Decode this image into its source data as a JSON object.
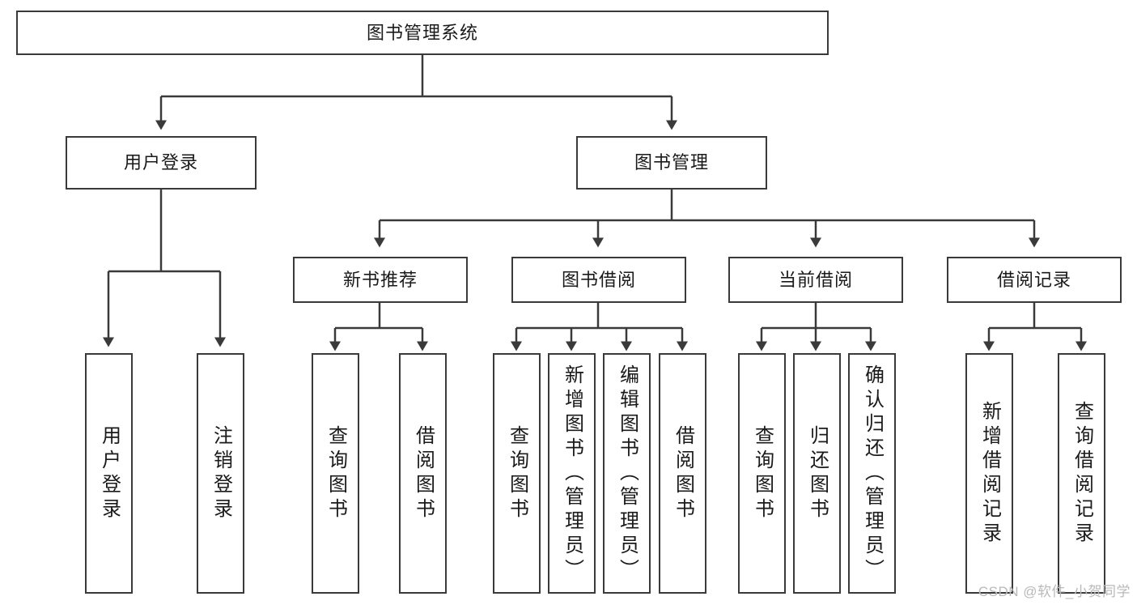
{
  "diagram": {
    "type": "tree-hierarchy",
    "title": "图书管理系统",
    "watermark": "CSDN @软件_小贺同学",
    "colors": {
      "box_border": "#3a3a3a",
      "box_fill": "#ffffff",
      "edge": "#3a3a3a",
      "text": "#1a1a1a",
      "watermark": "#b9b9b9",
      "background": "#ffffff"
    },
    "nodes": {
      "root": {
        "label": "图书管理系统"
      },
      "level1": [
        {
          "id": "user-login",
          "label": "用户登录"
        },
        {
          "id": "book-management",
          "label": "图书管理"
        }
      ],
      "level2": [
        {
          "id": "new-book-recommend",
          "label": "新书推荐"
        },
        {
          "id": "book-borrow",
          "label": "图书借阅"
        },
        {
          "id": "current-borrow",
          "label": "当前借阅"
        },
        {
          "id": "borrow-record",
          "label": "借阅记录"
        }
      ],
      "leaves": {
        "user-login": [
          {
            "id": "leaf-user-login",
            "label": "用户登录"
          },
          {
            "id": "leaf-logout-login",
            "label": "注销登录"
          }
        ],
        "new-book-recommend": [
          {
            "id": "leaf-query-book-1",
            "label": "查询图书"
          },
          {
            "id": "leaf-borrow-book-1",
            "label": "借阅图书"
          }
        ],
        "book-borrow": [
          {
            "id": "leaf-query-book-2",
            "label": "查询图书"
          },
          {
            "id": "leaf-add-book",
            "label": "新增图书（管理员）"
          },
          {
            "id": "leaf-edit-book",
            "label": "编辑图书（管理员）"
          },
          {
            "id": "leaf-borrow-book-2",
            "label": "借阅图书"
          }
        ],
        "current-borrow": [
          {
            "id": "leaf-query-book-3",
            "label": "查询图书"
          },
          {
            "id": "leaf-return-book",
            "label": "归还图书"
          },
          {
            "id": "leaf-confirm-return",
            "label": "确认归还（管理员）"
          }
        ],
        "borrow-record": [
          {
            "id": "leaf-add-record",
            "label": "新增借阅记录"
          },
          {
            "id": "leaf-query-record",
            "label": "查询借阅记录"
          }
        ]
      }
    }
  }
}
